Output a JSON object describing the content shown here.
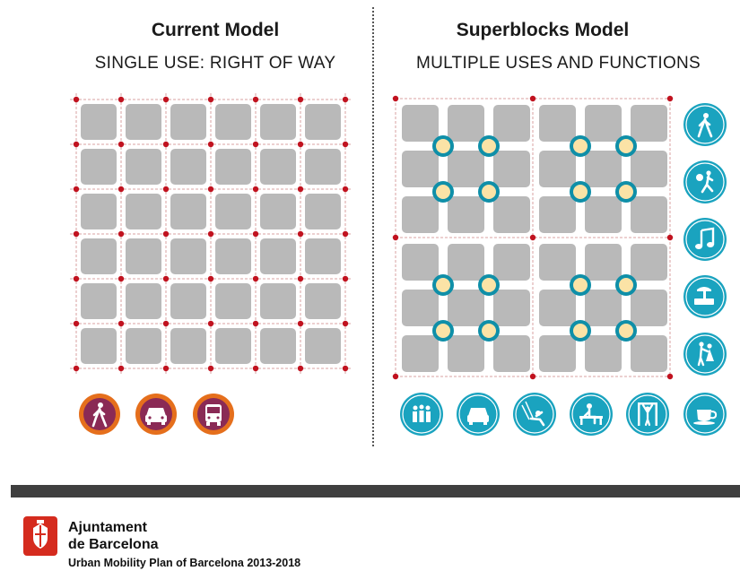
{
  "left": {
    "title": "Current Model",
    "subtitle": "SINGLE USE: RIGHT OF WAY",
    "icons": [
      "pedestrian-icon",
      "car-icon",
      "bus-icon"
    ]
  },
  "right": {
    "title": "Superblocks Model",
    "subtitle": "MULTIPLE USES AND FUNCTIONS",
    "bottom_icons": [
      "crowd-icon",
      "car-icon",
      "swing-icon",
      "bench-icon",
      "exercise-icon",
      "coffee-cup-icon"
    ],
    "side_icons": [
      "pedestrian-icon",
      "ball-game-icon",
      "music-note-icon",
      "market-scale-icon",
      "dance-icon"
    ]
  },
  "footer": {
    "org_line1": "Ajuntament",
    "org_line2": "de Barcelona",
    "plan": "Urban Mobility Plan of Barcelona 2013-2018"
  },
  "colors": {
    "block": "#b9b9b9",
    "node": "#c1121f",
    "street_line": "#d9a0a0",
    "orange_ring": "#e56f1c",
    "purple_fill": "#8a2a55",
    "teal": "#1aa3bf",
    "square_fill": "#fbe3a6",
    "square_ring": "#0f8fa8",
    "bar": "#3f3f3f",
    "logo_red": "#d52b1e"
  }
}
